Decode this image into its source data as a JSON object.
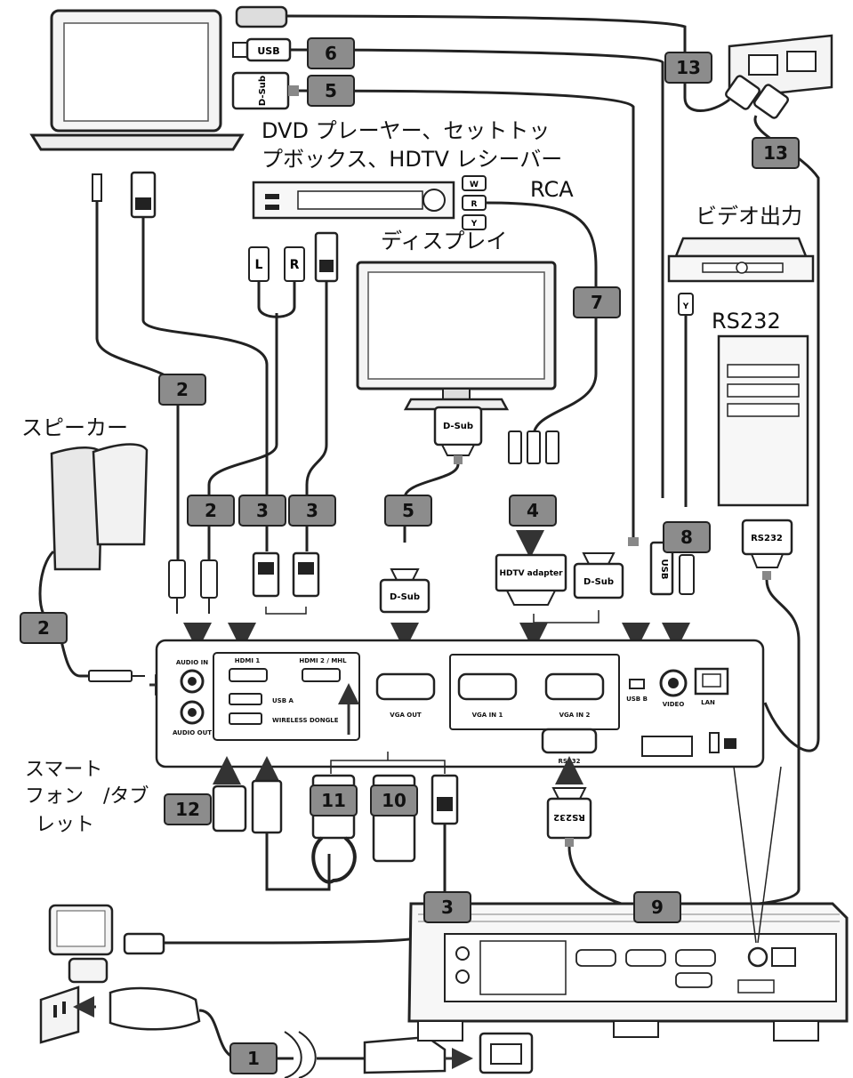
{
  "labels": {
    "dvd_line1": "DVD プレーヤー、セットトッ",
    "dvd_line2": "プボックス、HDTV レシーバー",
    "rca": "RCA",
    "display": "ディスプレイ",
    "video_out": "ビデオ出力",
    "rs232_top": "RS232",
    "speaker": "スピーカー",
    "smartphone_line1": "スマート",
    "smartphone_line2": "フォン　/タブ",
    "smartphone_line3": "レット"
  },
  "connectors": {
    "usb": "USB",
    "dsub": "D-Sub",
    "hdtv_adapter": "HDTV adapter",
    "rs232": "RS232",
    "l": "L",
    "r": "R",
    "rca_w": "W",
    "rca_r": "R",
    "rca_y": "Y"
  },
  "ports": {
    "audio_in": "AUDIO IN",
    "audio_out": "AUDIO OUT",
    "hdmi1": "HDMI 1",
    "hdmi2": "HDMI 2 / MHL",
    "usb_a": "USB A",
    "wireless_dongle": "WIRELESS DONGLE",
    "vga_out": "VGA OUT",
    "vga_in1": "VGA IN 1",
    "vga_in2": "VGA IN 2",
    "usb_b": "USB B",
    "video": "VIDEO",
    "lan": "LAN",
    "rs232": "RS232"
  },
  "badges": [
    "1",
    "2",
    "3",
    "4",
    "5",
    "6",
    "7",
    "8",
    "9",
    "10",
    "11",
    "12",
    "13"
  ]
}
